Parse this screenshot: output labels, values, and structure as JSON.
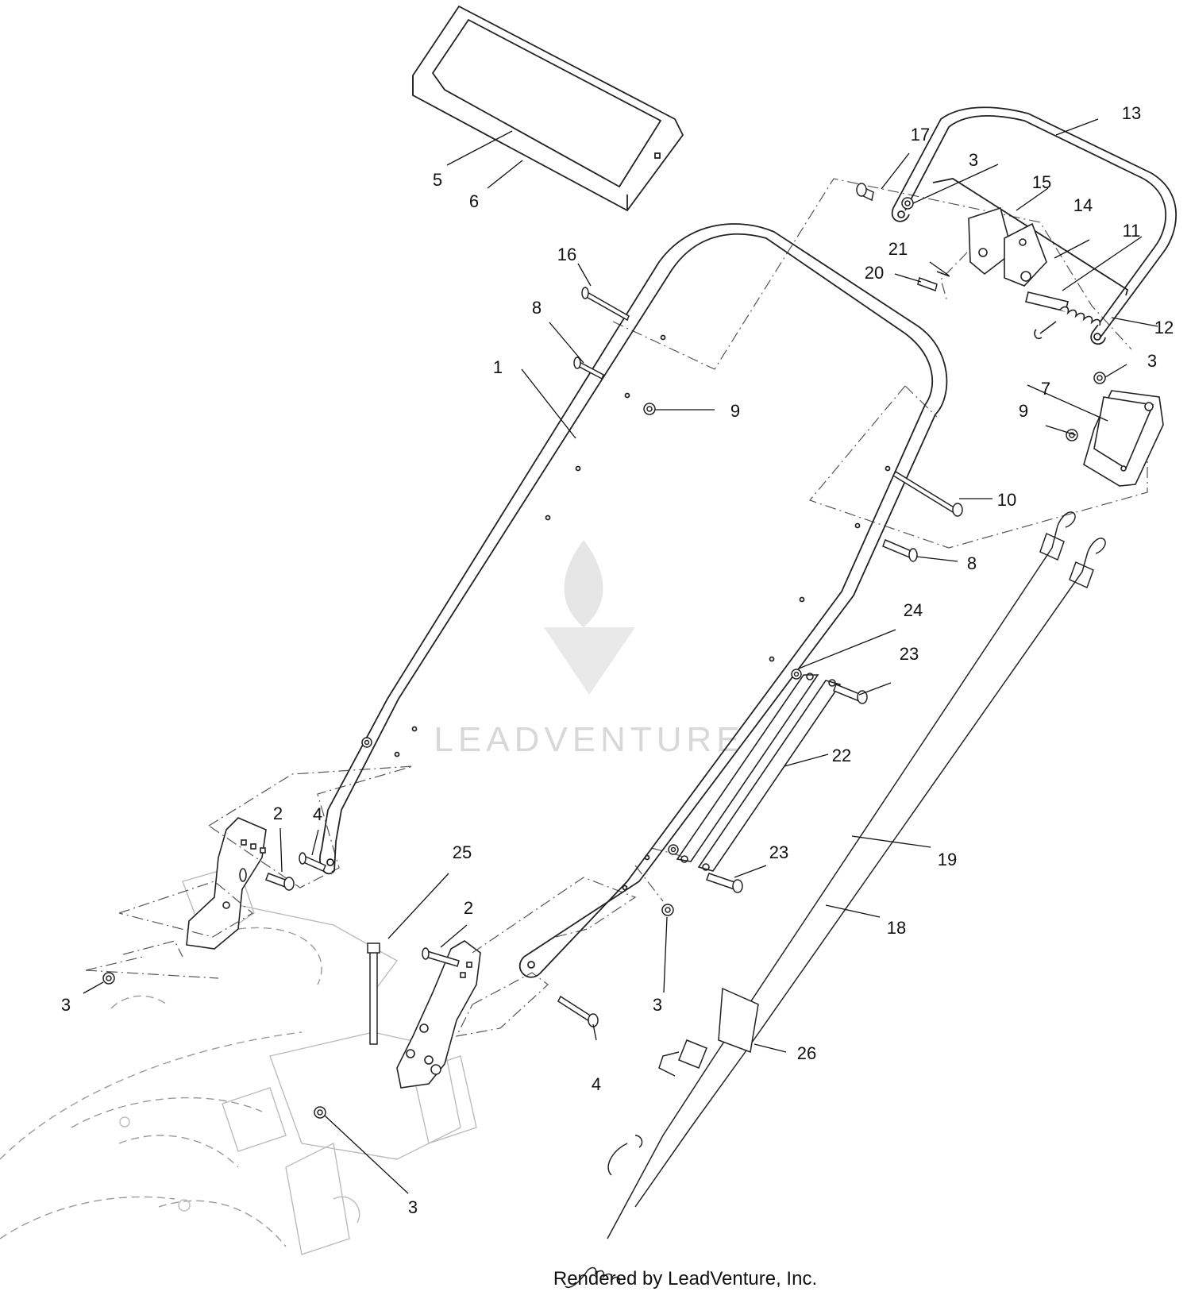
{
  "diagram": {
    "callouts": {
      "c1": "1",
      "c2a": "2",
      "c2b": "2",
      "c3a": "3",
      "c3b": "3",
      "c3c": "3",
      "c3d": "3",
      "c3e": "3",
      "c4a": "4",
      "c4b": "4",
      "c5": "5",
      "c6": "6",
      "c7": "7",
      "c8a": "8",
      "c8b": "8",
      "c9a": "9",
      "c9b": "9",
      "c10": "10",
      "c11": "11",
      "c12": "12",
      "c13": "13",
      "c14": "14",
      "c15": "15",
      "c16": "16",
      "c17": "17",
      "c18": "18",
      "c19": "19",
      "c20": "20",
      "c21": "21",
      "c22": "22",
      "c23a": "23",
      "c23b": "23",
      "c24": "24",
      "c25": "25",
      "c26": "26"
    },
    "watermark": "LEADVENTURE",
    "footer": "Rendered by LeadVenture, Inc."
  },
  "colors": {
    "line": "#222222",
    "phantom": "#9a9a9a",
    "watermark": "#d8d8d8"
  }
}
